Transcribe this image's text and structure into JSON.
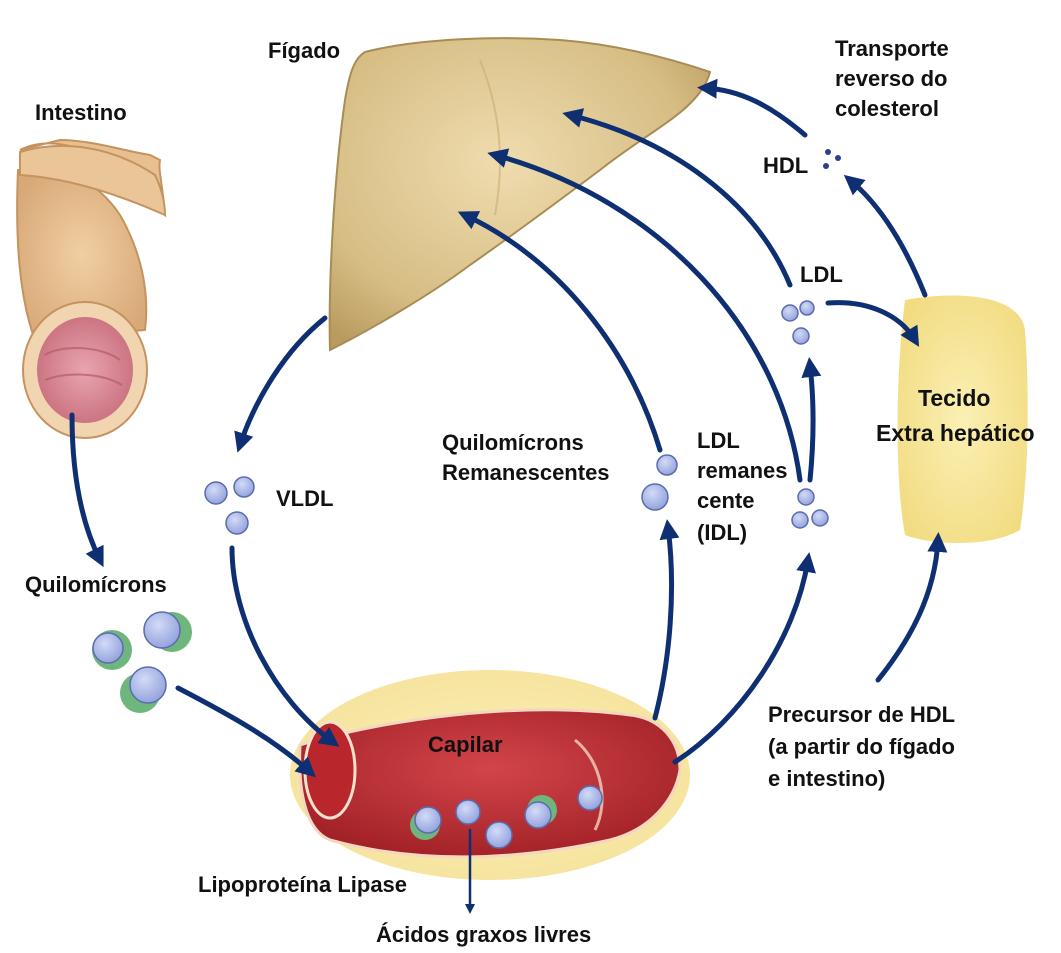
{
  "labels": {
    "figado": "Fígado",
    "intestino": "Intestino",
    "transporte_1": "Transporte",
    "transporte_2": "reverso do",
    "transporte_3": "colesterol",
    "hdl": "HDL",
    "ldl": "LDL",
    "tecido_1": "Tecido",
    "tecido_2": "Extra hepático",
    "vldl": "VLDL",
    "quilo_rem_1": "Quilomícrons",
    "quilo_rem_2": "Remanescentes",
    "idl_1": "LDL",
    "idl_2": "remanes",
    "idl_3": "cente",
    "idl_4": "(IDL)",
    "quilomicrons": "Quilomícrons",
    "capilar": "Capilar",
    "precursor_1": "Precursor de HDL",
    "precursor_2": "(a partir do fígado",
    "precursor_3": "e intestino)",
    "lipase": "Lipoproteína Lipase",
    "acidos": "Ácidos graxos livres"
  },
  "colors": {
    "arrow": "#0f2f73",
    "liver": "#d9c28a",
    "intestine": "#e8bf8f",
    "vessel": "#b8262c",
    "tissue": "#f7e79c",
    "particle": "#a9b6e8",
    "particle_green": "#6fb57e"
  }
}
